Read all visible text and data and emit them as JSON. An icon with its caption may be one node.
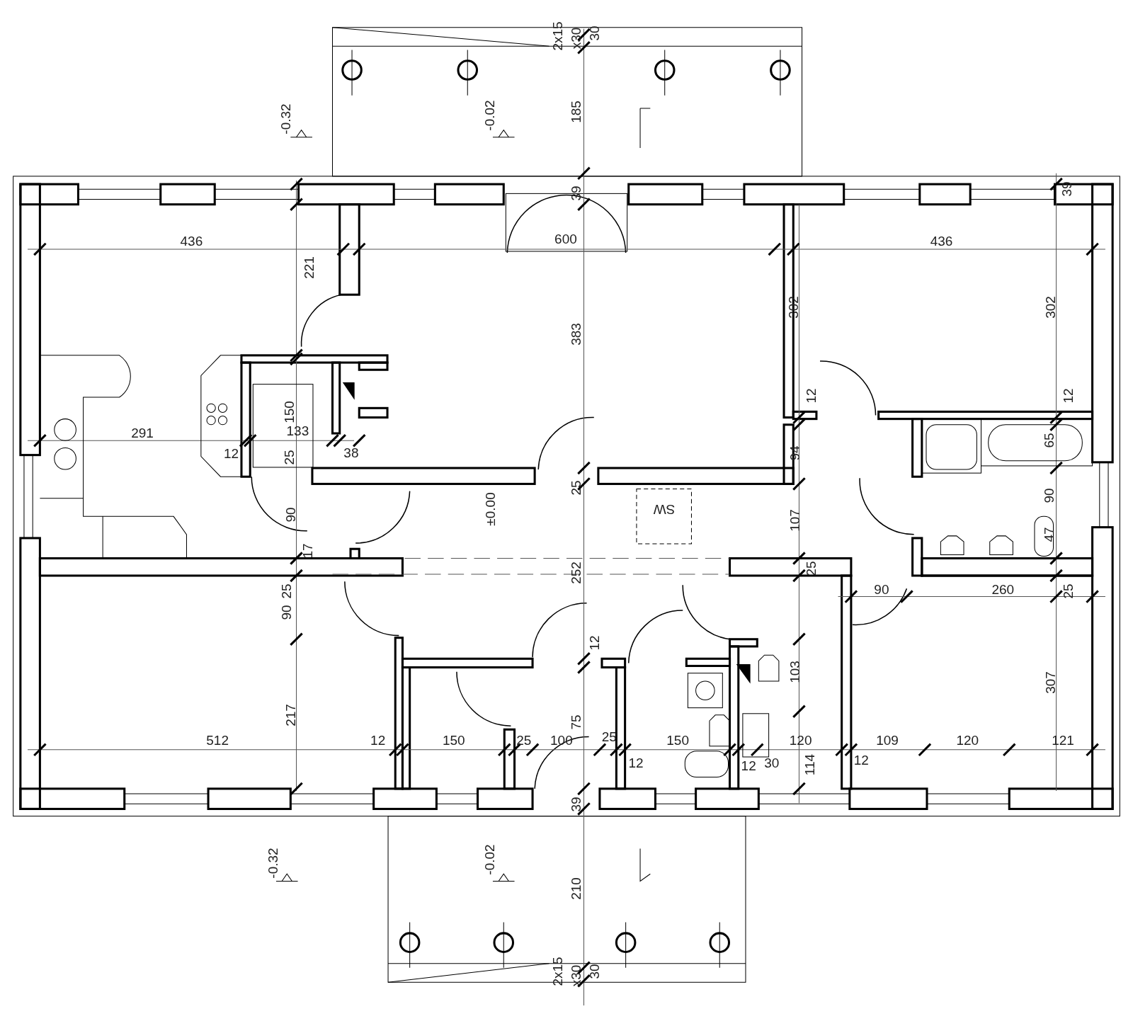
{
  "diagram": {
    "labels": [
      "2x15",
      "x30",
      "30",
      "-0.32",
      "-0.02",
      "185",
      "39",
      "39",
      "436",
      "221",
      "600",
      "436",
      "302",
      "302",
      "383",
      "150",
      "12",
      "12",
      "291",
      "133",
      "65",
      "12",
      "25",
      "38",
      "94",
      "±0.00",
      "25",
      "SW",
      "90",
      "107",
      "90",
      "47",
      "17",
      "252",
      "25",
      "25",
      "90",
      "90",
      "260",
      "25",
      "12",
      "103",
      "307",
      "217",
      "75",
      "512",
      "12",
      "150",
      "25",
      "100",
      "25",
      "150",
      "120",
      "109",
      "120",
      "121",
      "12",
      "12",
      "30",
      "114",
      "12",
      "39",
      "-0.32",
      "-0.02",
      "210",
      "2x15",
      "x30",
      "30"
    ]
  }
}
